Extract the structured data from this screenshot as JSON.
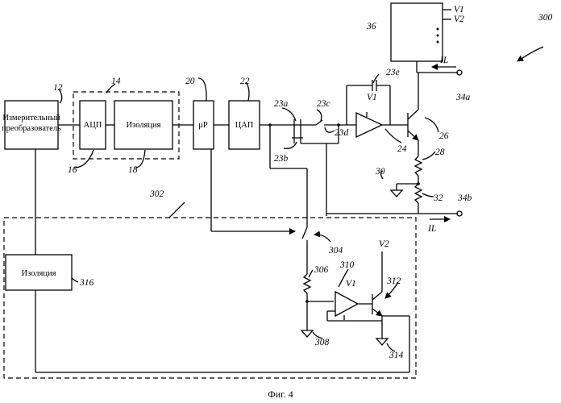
{
  "blocks": {
    "transducer": [
      "Измерительный",
      "преобразователь"
    ],
    "adc": "АЦП",
    "isolation_top": "Изоляция",
    "microprocessor": "μP",
    "dac": "ЦАП",
    "isolation_bottom": "Изоляция"
  },
  "refs": {
    "r300": "300",
    "r12": "12",
    "r14": "14",
    "r16": "16",
    "r18": "18",
    "r20": "20",
    "r22": "22",
    "r23a": "23a",
    "r23b": "23b",
    "r23c": "23c",
    "r23d": "23d",
    "r23e": "23e",
    "r24": "24",
    "r26": "26",
    "r28": "28",
    "r30": "30",
    "r32": "32",
    "r34a": "34a",
    "r34b": "34b",
    "r36": "36",
    "r302": "302",
    "r304": "304",
    "r306": "306",
    "r308": "308",
    "r310": "310",
    "r312": "312",
    "r314": "314",
    "r316": "316"
  },
  "signals": {
    "v1_top": "V1",
    "v2_top": "V2",
    "v1_amp": "V1",
    "v1_amp2": "V1",
    "v2_bottom": "V2",
    "il_top": "IL",
    "il_bottom": "IL"
  },
  "caption": "Фиг. 4"
}
